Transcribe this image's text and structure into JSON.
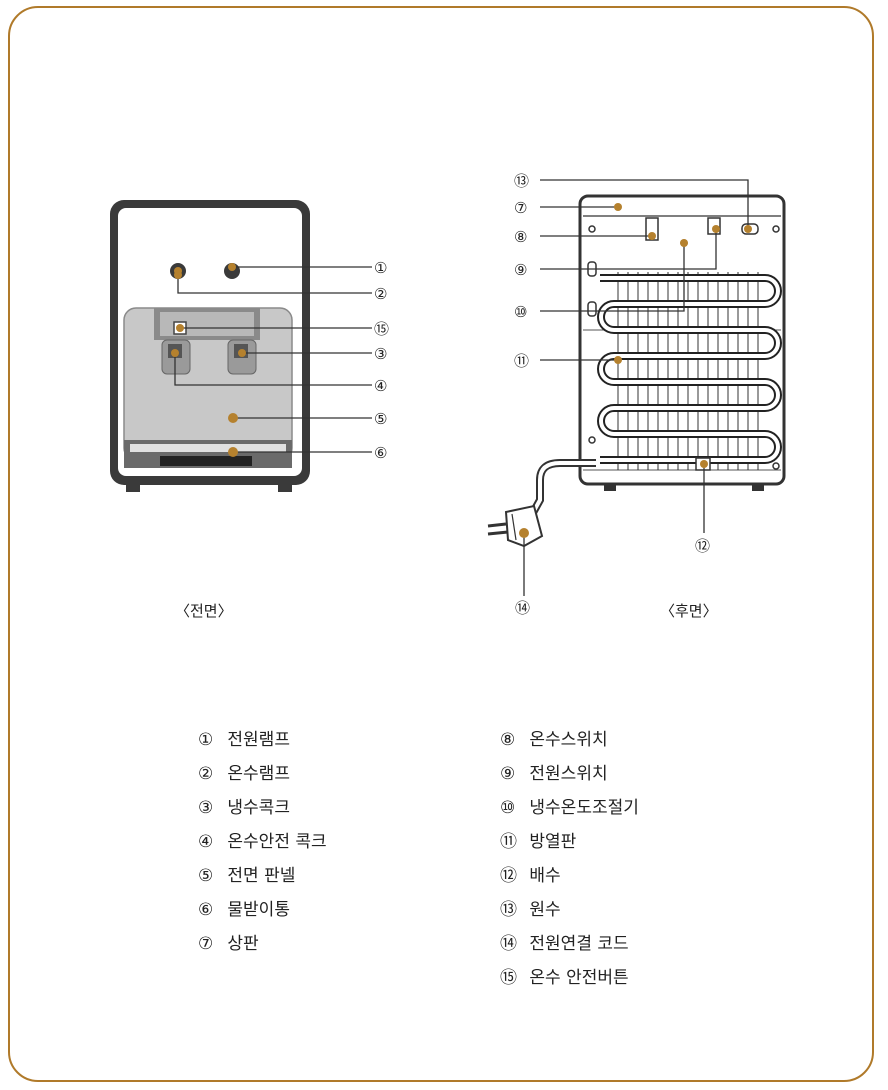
{
  "captions": {
    "front": "〈전면〉",
    "back": "〈후면〉"
  },
  "markers": {
    "1": "①",
    "2": "②",
    "3": "③",
    "4": "④",
    "5": "⑤",
    "6": "⑥",
    "7": "⑦",
    "8": "⑧",
    "9": "⑨",
    "10": "⑩",
    "11": "⑪",
    "12": "⑫",
    "13": "⑬",
    "14": "⑭",
    "15": "⑮"
  },
  "legend_left": [
    {
      "num": "①",
      "label": "전원램프"
    },
    {
      "num": "②",
      "label": "온수램프"
    },
    {
      "num": "③",
      "label": "냉수콕크"
    },
    {
      "num": "④",
      "label": "온수안전 콕크"
    },
    {
      "num": "⑤",
      "label": "전면 판넬"
    },
    {
      "num": "⑥",
      "label": "물받이통"
    },
    {
      "num": "⑦",
      "label": "상판"
    }
  ],
  "legend_right": [
    {
      "num": "⑧",
      "label": "온수스위치"
    },
    {
      "num": "⑨",
      "label": "전원스위치"
    },
    {
      "num": "⑩",
      "label": "냉수온도조절기"
    },
    {
      "num": "⑪",
      "label": "방열판"
    },
    {
      "num": "⑫",
      "label": "배수"
    },
    {
      "num": "⑬",
      "label": "원수"
    },
    {
      "num": "⑭",
      "label": "전원연결 코드"
    },
    {
      "num": "⑮",
      "label": "온수 안전버튼"
    }
  ],
  "colors": {
    "border": "#b07a2a",
    "callout_dot": "#b5812e",
    "body_dark": "#3a3a3a",
    "panel_gray": "#c8c8c8"
  }
}
